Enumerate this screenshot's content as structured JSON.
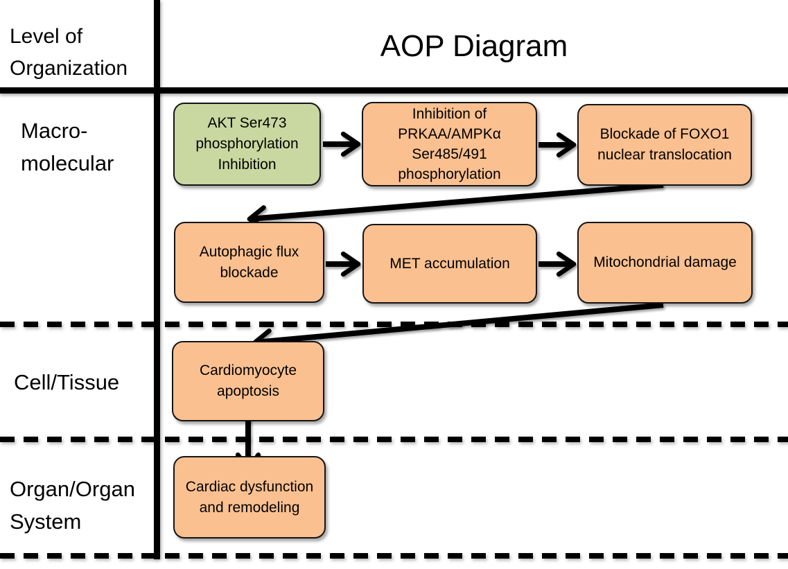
{
  "header": {
    "level_column_label": "Level of\nOrganization",
    "title": "AOP Diagram"
  },
  "levels": [
    {
      "label": "Macro-\nmolecular"
    },
    {
      "label": "Cell/Tissue"
    },
    {
      "label": "Organ/Organ\nSystem"
    }
  ],
  "colors": {
    "molecular_initiating_event_fill": "#C9D8A0",
    "key_event_fill": "#FAC090",
    "node_border": "#141414",
    "line": "#000000"
  },
  "nodes": [
    {
      "id": "akt",
      "label": "AKT Ser473\nphosphorylation\nInhibition",
      "level": "Macro-molecular",
      "fill": "#C9D8A0"
    },
    {
      "id": "ampk",
      "label": "Inhibition of\nPRKAA/AMPKα\nSer485/491\nphosphorylation",
      "level": "Macro-molecular",
      "fill": "#FAC090"
    },
    {
      "id": "foxo1",
      "label": "Blockade of FOXO1\nnuclear translocation",
      "level": "Macro-molecular",
      "fill": "#FAC090"
    },
    {
      "id": "autophagy",
      "label": "Autophagic flux\nblockade",
      "level": "Macro-molecular",
      "fill": "#FAC090"
    },
    {
      "id": "met",
      "label": "MET accumulation",
      "level": "Macro-molecular",
      "fill": "#FAC090"
    },
    {
      "id": "mito",
      "label": "Mitochondrial damage",
      "level": "Macro-molecular",
      "fill": "#FAC090"
    },
    {
      "id": "apoptosis",
      "label": "Cardiomyocyte\napoptosis",
      "level": "Cell/Tissue",
      "fill": "#FAC090"
    },
    {
      "id": "cardiac",
      "label": "Cardiac dysfunction\nand remodeling",
      "level": "Organ/Organ System",
      "fill": "#FAC090"
    }
  ],
  "edges": [
    {
      "from": "akt",
      "to": "ampk"
    },
    {
      "from": "ampk",
      "to": "foxo1"
    },
    {
      "from": "foxo1",
      "to": "autophagy"
    },
    {
      "from": "autophagy",
      "to": "met"
    },
    {
      "from": "met",
      "to": "mito"
    },
    {
      "from": "mito",
      "to": "apoptosis"
    },
    {
      "from": "apoptosis",
      "to": "cardiac"
    }
  ]
}
